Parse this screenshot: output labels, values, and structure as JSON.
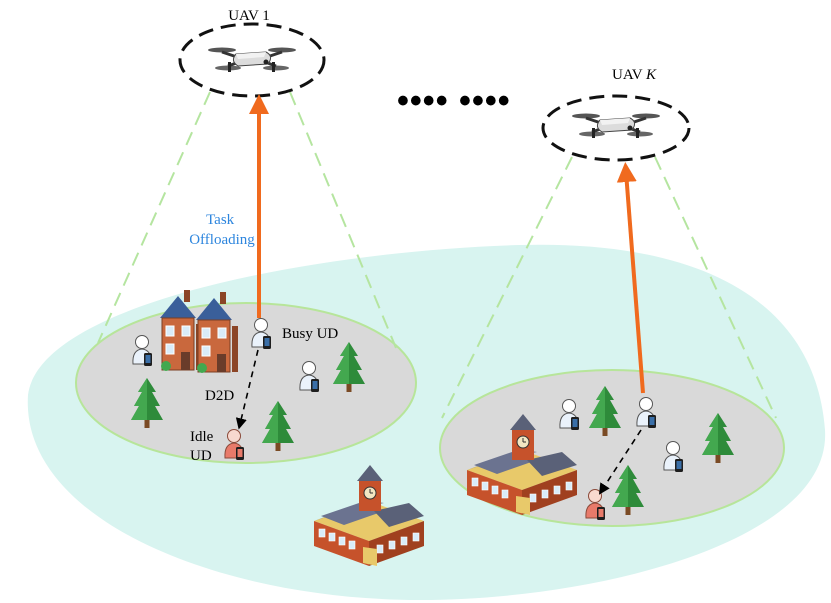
{
  "uav_labels": {
    "first": "UAV 1",
    "last_prefix": "UAV ",
    "last_index": "K"
  },
  "ellipsis": "•••• ••••",
  "task_offloading": {
    "line1": "Task",
    "line2": "Offloading"
  },
  "labels": {
    "busy_ud": "Busy UD",
    "d2d": "D2D",
    "idle_line1": "Idle",
    "idle_line2": "UD"
  },
  "colors": {
    "big_area": "#d8f4f0",
    "cluster_fill": "#d9d9d9",
    "cluster_border": "#b7e59a",
    "coverage_dash": "#b5e5a0",
    "offload_arrow": "#f06a1e",
    "d2d_arrow": "#000000",
    "label_blue": "#2e86de",
    "tree": "#2e8b3a",
    "busy_device": "#3a6fa8",
    "idle_device": "#e87a6a"
  }
}
